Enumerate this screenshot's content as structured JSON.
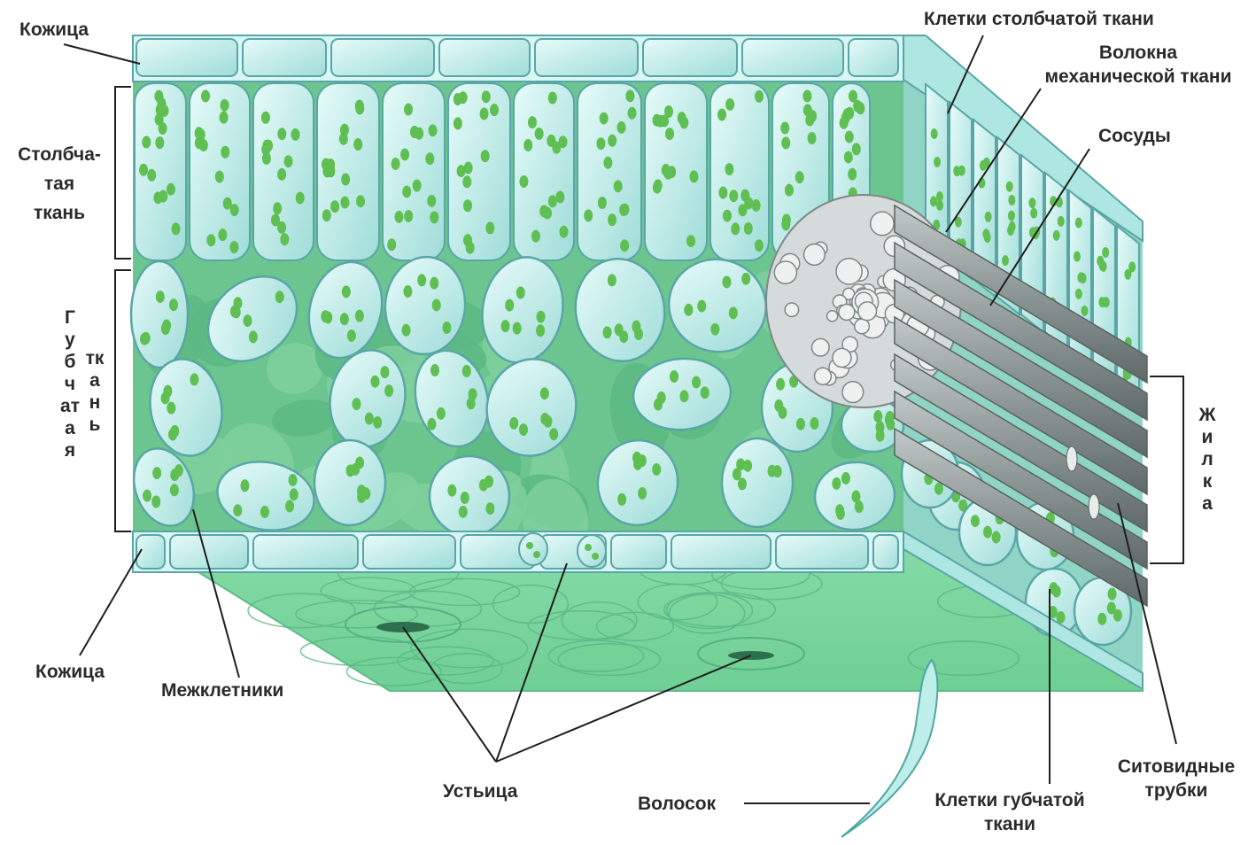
{
  "labels": {
    "epidermis_top": "Кожица",
    "palisade_tissue": "Столбча-\nтая\nткань",
    "spongy_tissue_col1": "Губчатая",
    "spongy_tissue_col2": "ткань",
    "epidermis_bottom": "Кожица",
    "intercellular_spaces": "Межклетники",
    "stomata": "Устьица",
    "hair": "Волосок",
    "spongy_cells": "Клетки губчатой\nткани",
    "sieve_tubes": "Ситовидные\nтрубки",
    "palisade_cells": "Клетки столбчатой ткани",
    "fibers": "Волокна\nмеханической ткани",
    "vessels": "Сосуды",
    "vein": "Жилка"
  },
  "colors": {
    "cell_fill": "#bfe9e6",
    "cell_stroke": "#5aa6a6",
    "chloroplast": "#5fbf52",
    "interior": "#6dc98f",
    "bottom_surface": "#7fd7a0",
    "vein_gray": "#8f9998",
    "leader_line": "#1f1f1f"
  }
}
